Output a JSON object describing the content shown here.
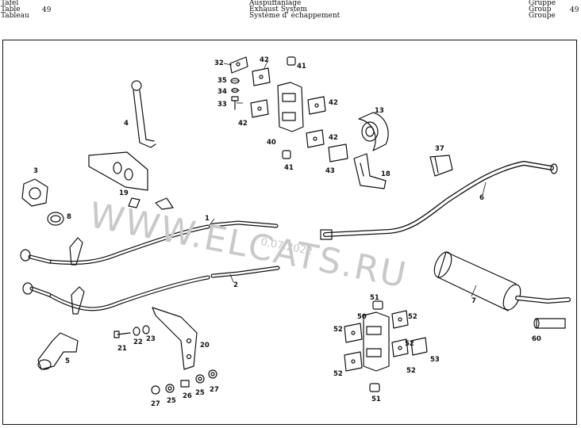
{
  "header": {
    "left": [
      "Tafel",
      "Table",
      "Tableau"
    ],
    "left_number": "49",
    "center": [
      "Auspuffanlage",
      "Exhaust System",
      "Système d' échappement"
    ],
    "right": [
      "Gruppe",
      "Group",
      "Groupe"
    ],
    "right_number": "49"
  },
  "watermark": {
    "text": "WWW.ELCATS.RU",
    "date": "0.07.2022"
  },
  "callouts": [
    "32",
    "42",
    "41",
    "35",
    "34",
    "33",
    "42",
    "42",
    "40",
    "41",
    "42",
    "43",
    "13",
    "18",
    "37",
    "4",
    "3",
    "19",
    "8",
    "1",
    "6",
    "2",
    "7",
    "60",
    "5",
    "21",
    "22",
    "23",
    "20",
    "27",
    "25",
    "26",
    "25",
    "27",
    "51",
    "50",
    "52",
    "52",
    "52",
    "53",
    "52",
    "52",
    "51"
  ]
}
